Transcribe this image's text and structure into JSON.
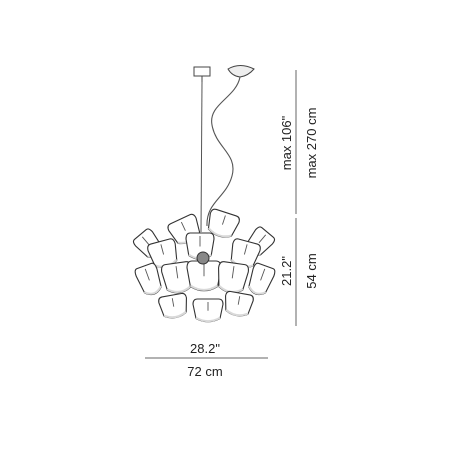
{
  "drawing": {
    "subject": "pendant-lamp-side-view",
    "line_color": "#6a6a6a",
    "text_color": "#222222",
    "leaf_stroke": "#333333",
    "leaf_fill": "#ffffff",
    "leaf_shade": "#d9d9d9"
  },
  "dimensions": {
    "width_in": "28.2\"",
    "width_cm": "72 cm",
    "max_height_in": "max 106\"",
    "max_height_cm": "max 270 cm",
    "body_height_in": "21.2\"",
    "body_height_cm": "54 cm"
  }
}
